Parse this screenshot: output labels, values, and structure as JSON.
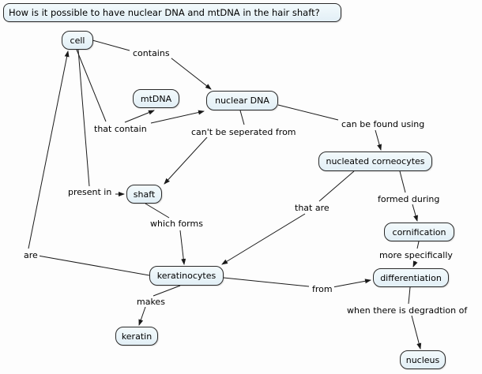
{
  "title": "How is it possible to have nuclear DNA and mtDNA in the hair shaft?",
  "nodes": [
    {
      "id": "cell",
      "label": "cell"
    },
    {
      "id": "mtdna",
      "label": "mtDNA"
    },
    {
      "id": "nuclear-dna",
      "label": "nuclear DNA"
    },
    {
      "id": "nucleated-corneocytes",
      "label": "nucleated corneocytes"
    },
    {
      "id": "shaft",
      "label": "shaft"
    },
    {
      "id": "cornification",
      "label": "cornification"
    },
    {
      "id": "keratinocytes",
      "label": "keratinocytes"
    },
    {
      "id": "differentiation",
      "label": "differentiation"
    },
    {
      "id": "keratin",
      "label": "keratin"
    },
    {
      "id": "nucleus",
      "label": "nucleus"
    }
  ],
  "links": [
    {
      "label": "contains",
      "from": "cell",
      "to": [
        "nuclear DNA"
      ]
    },
    {
      "label": "that contain",
      "from": "cell",
      "to": [
        "mtDNA",
        "nuclear DNA"
      ]
    },
    {
      "label": "can't be seperated from",
      "from": "nuclear DNA",
      "to": [
        "shaft"
      ]
    },
    {
      "label": "can be found using",
      "from": "nuclear DNA",
      "to": [
        "nucleated corneocytes"
      ]
    },
    {
      "label": "present in",
      "from": "cell",
      "to": [
        "shaft"
      ]
    },
    {
      "label": "that are",
      "from": "nucleated corneocytes",
      "to": [
        "keratinocytes"
      ]
    },
    {
      "label": "formed during",
      "from": "nucleated corneocytes",
      "to": [
        "cornification"
      ]
    },
    {
      "label": "which forms",
      "from": "shaft",
      "to": [
        "keratinocytes"
      ]
    },
    {
      "label": "more specifically",
      "from": "cornification",
      "to": [
        "differentiation"
      ]
    },
    {
      "label": "are",
      "from": "keratinocytes",
      "to": [
        "cell"
      ]
    },
    {
      "label": "from",
      "from": "keratinocytes",
      "to": [
        "differentiation"
      ]
    },
    {
      "label": "makes",
      "from": "keratinocytes",
      "to": [
        "keratin"
      ]
    },
    {
      "label": "when there is degradtion of",
      "from": "differentiation",
      "to": [
        "nucleus"
      ]
    }
  ],
  "colors": {
    "node_fill": "#e9f3f8",
    "node_border": "#2a2a2a",
    "line": "#1a1a1a",
    "background": "#fdfdfd"
  }
}
